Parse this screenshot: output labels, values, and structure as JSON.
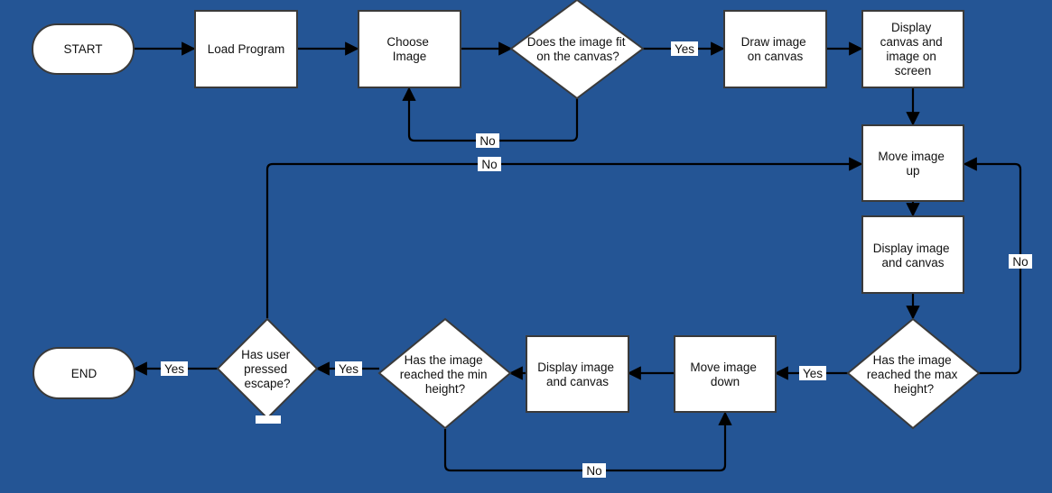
{
  "flowchart": {
    "nodes": {
      "start": "START",
      "load": "Load Program",
      "choose": [
        "Choose",
        "Image"
      ],
      "fit": [
        "Does the image fit",
        "on the canvas?"
      ],
      "draw": [
        "Draw image",
        "on canvas"
      ],
      "display1": [
        "Display",
        "canvas and",
        "image on",
        "screen"
      ],
      "up": [
        "Move image",
        "up"
      ],
      "display2": [
        "Display image",
        "and canvas"
      ],
      "max": [
        "Has the image",
        "reached the max",
        "height?"
      ],
      "down": [
        "Move image",
        "down"
      ],
      "display3": [
        "Display image",
        "and canvas"
      ],
      "min": [
        "Has the image",
        "reached the min",
        "height?"
      ],
      "escape": [
        "Has user",
        "pressed",
        "escape?"
      ],
      "end": "END"
    },
    "edge_labels": {
      "fit_yes": "Yes",
      "fit_no": "No",
      "escape_no": "No",
      "max_no": "No",
      "max_yes": "Yes",
      "min_no": "No",
      "min_yes": "Yes",
      "escape_yes": "Yes"
    }
  }
}
